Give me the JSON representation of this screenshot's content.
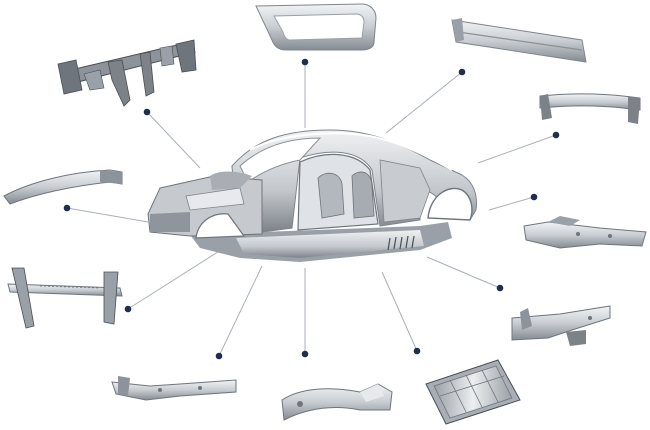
{
  "colors": {
    "background": "#ffffff",
    "leader_line": "#a9b0b8",
    "marker_dot": "#1e2f4d",
    "metal_light": "#e4e6e9",
    "metal_mid": "#b9bec4",
    "metal_dark": "#6f757c",
    "metal_shadow": "#4a4f55",
    "floor_dark": "#8a9097"
  },
  "diagram": {
    "center_part": "car-body-in-white",
    "parts": [
      {
        "id": "dashboard-crossmember"
      },
      {
        "id": "roof-frame"
      },
      {
        "id": "windshield-header-rail"
      },
      {
        "id": "rear-bumper-beam"
      },
      {
        "id": "a-pillar-rail"
      },
      {
        "id": "rear-side-member"
      },
      {
        "id": "front-subframe-crossmember"
      },
      {
        "id": "side-sill-bracket"
      },
      {
        "id": "lower-front-bracket"
      },
      {
        "id": "wheelhouse-panel"
      },
      {
        "id": "floor-pan-module"
      }
    ]
  }
}
